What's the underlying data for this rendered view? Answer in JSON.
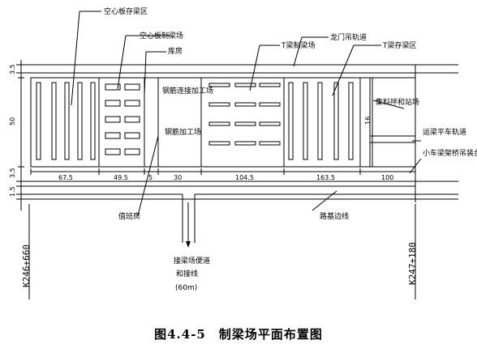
{
  "labels": {
    "hollow_storage": "空心板存梁区",
    "hollow_casting": "空心板制梁场",
    "warehouse": "库房",
    "rebar_area": "钢筋连接加工场",
    "rebar_yard": "钢筋加工场",
    "t_casting": "T梁制梁场",
    "gantry_track": "龙门吊轨道",
    "t_storage": "T梁存梁区",
    "mixing_station": "集料拌和站场",
    "transport_track": "运梁平车轨道",
    "loading_platform": "小车梁架桥吊装台",
    "office": "值班房",
    "road_line": "路基边线",
    "access_road": "接梁场便道",
    "access_road_2": "和接线",
    "access_width": "(60m)"
  },
  "dimensions": {
    "bottom": [
      "67.5",
      "49.5",
      "5",
      "30",
      "104.5",
      "163.5",
      "100"
    ],
    "left": [
      "3.5",
      "50",
      "3.5",
      "1.5"
    ],
    "right": [
      "16"
    ]
  },
  "chainage": {
    "left": "K246+660",
    "right": "K247+180"
  },
  "caption": "图4.4-5　制梁场平面布置图"
}
